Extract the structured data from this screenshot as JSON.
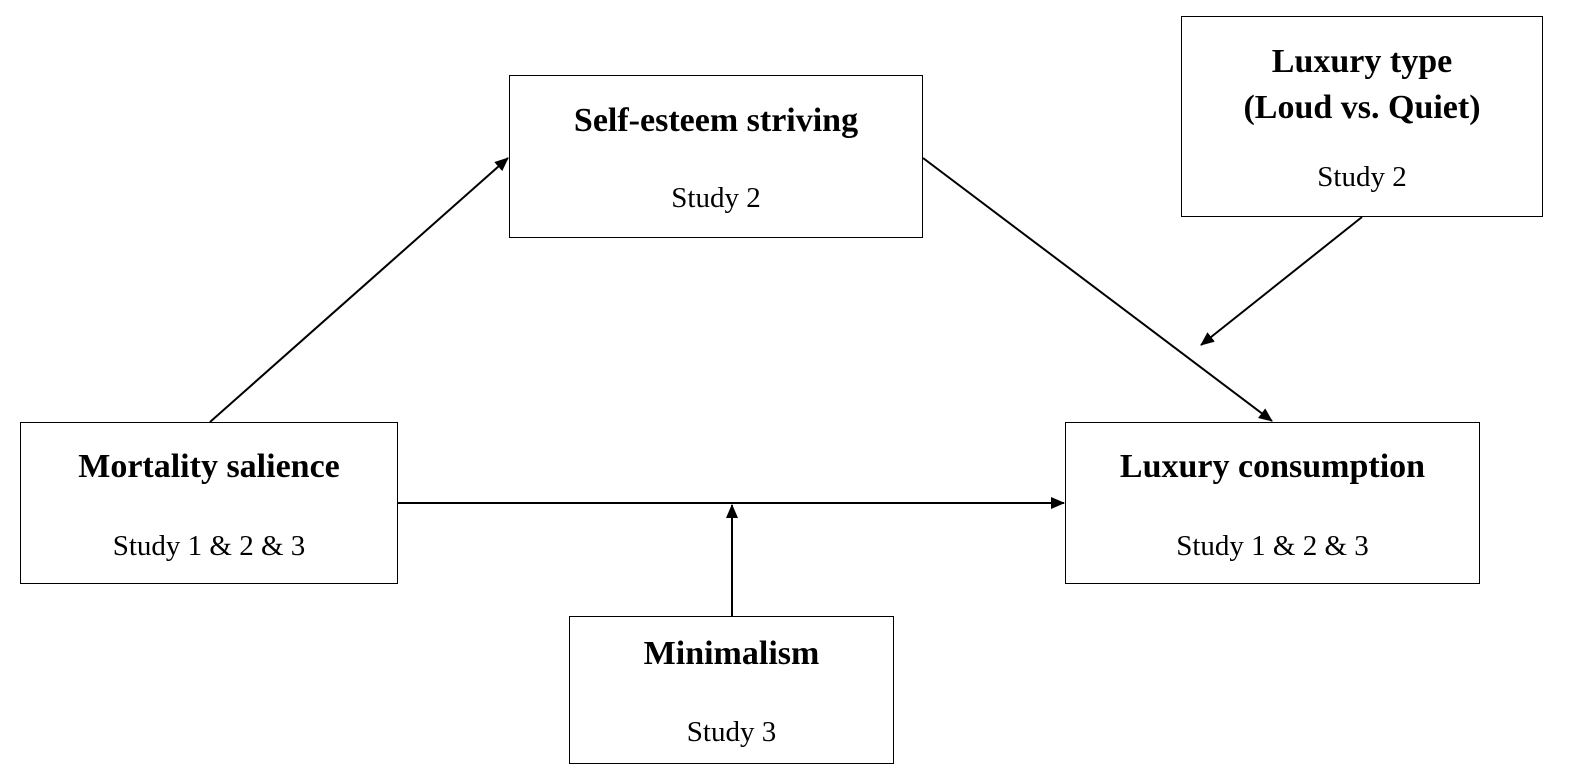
{
  "nodes": {
    "mortality_salience": {
      "title": "Mortality salience",
      "study": "Study 1 & 2 & 3"
    },
    "self_esteem_striving": {
      "title": "Self-esteem striving",
      "study": "Study 2"
    },
    "luxury_consumption": {
      "title": "Luxury consumption",
      "study": "Study 1 & 2 & 3"
    },
    "luxury_type": {
      "title_line1": "Luxury type",
      "title_line2": "(Loud vs. Quiet)",
      "study": "Study 2"
    },
    "minimalism": {
      "title": "Minimalism",
      "study": "Study 3"
    }
  },
  "edges": [
    {
      "from": "Mortality salience",
      "to": "Self-esteem striving"
    },
    {
      "from": "Self-esteem striving",
      "to": "Luxury consumption"
    },
    {
      "from": "Mortality salience",
      "to": "Luxury consumption"
    },
    {
      "from": "Luxury type",
      "to": "Self-esteem striving → Luxury consumption"
    },
    {
      "from": "Minimalism",
      "to": "Mortality salience → Luxury consumption"
    }
  ],
  "colors": {
    "stroke": "#000000",
    "background": "#ffffff"
  }
}
